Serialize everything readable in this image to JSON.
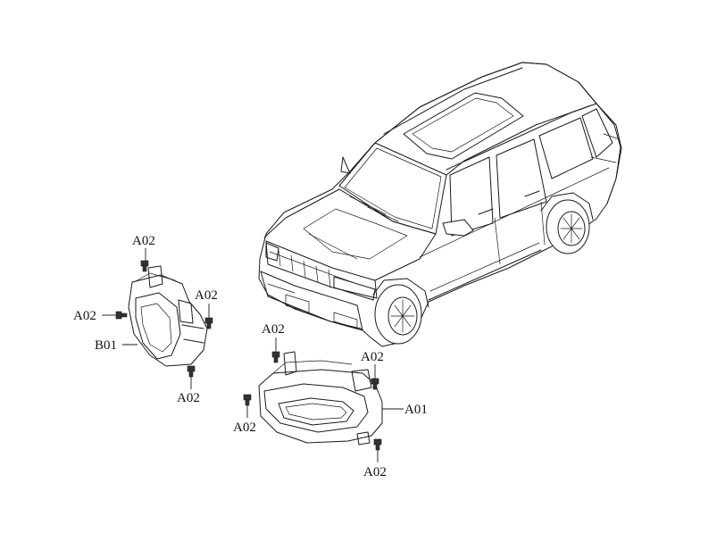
{
  "diagram": {
    "callouts": {
      "a01": "A01",
      "b01": "B01",
      "a02": "A02"
    }
  }
}
